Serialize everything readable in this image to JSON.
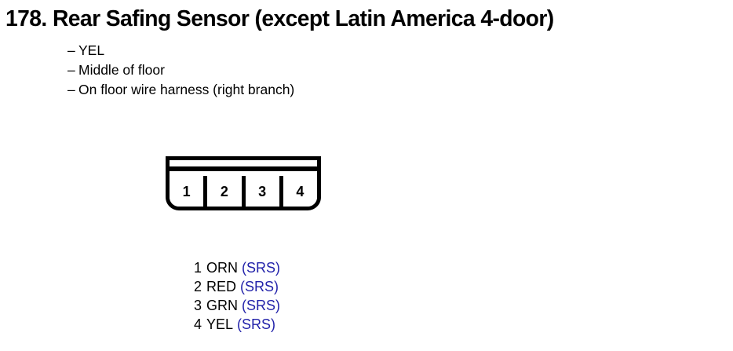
{
  "document": {
    "title": "178. Rear Safing Sensor (except Latin America 4-door)",
    "item_number": "178.",
    "component_name": "Rear Safing Sensor (except Latin America 4-door)",
    "background_color": "#ffffff",
    "text_color": "#000000",
    "circuit_label_color": "#2222aa"
  },
  "specs": {
    "dash": "–",
    "items": [
      {
        "dash": "–",
        "text": "YEL"
      },
      {
        "dash": "–",
        "text": "Middle of floor"
      },
      {
        "dash": "–",
        "text": "On floor wire harness (right branch)"
      }
    ]
  },
  "connector": {
    "pin_count": 4,
    "pins": [
      {
        "number": "1"
      },
      {
        "number": "2"
      },
      {
        "number": "3"
      },
      {
        "number": "4"
      }
    ]
  },
  "legend": {
    "rows": [
      {
        "number": "1",
        "color": "ORN",
        "circuit": "(SRS)"
      },
      {
        "number": "2",
        "color": "RED",
        "circuit": "(SRS)"
      },
      {
        "number": "3",
        "color": "GRN",
        "circuit": "(SRS)"
      },
      {
        "number": "4",
        "color": "YEL",
        "circuit": "(SRS)"
      }
    ]
  }
}
